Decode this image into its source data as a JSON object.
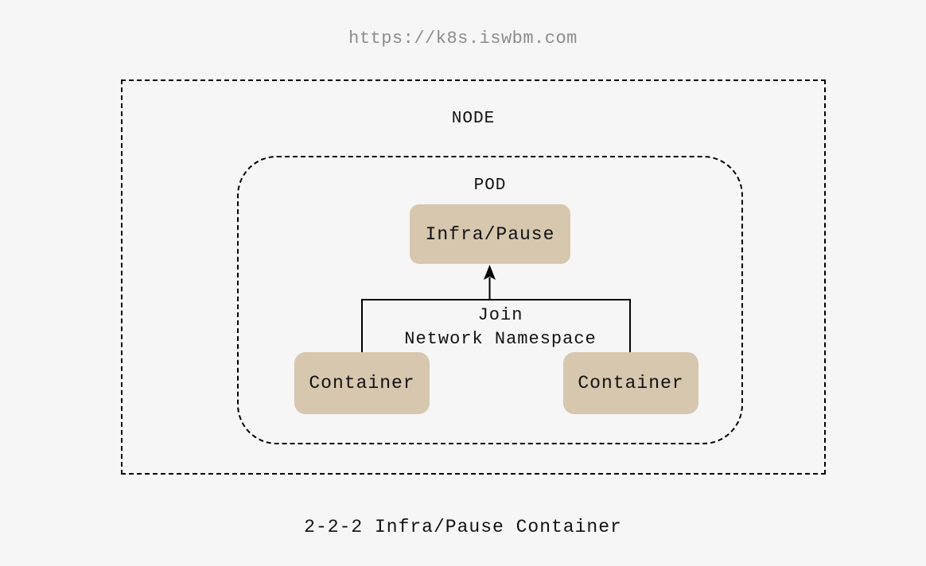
{
  "header": {
    "url": "https://k8s.iswbm.com"
  },
  "diagram": {
    "node_label": "NODE",
    "pod_label": "POD",
    "infra_box_label": "Infra/Pause",
    "container_left_label": "Container",
    "container_right_label": "Container",
    "join_label_line1": "Join",
    "join_label_line2": "Network Namespace"
  },
  "caption": "2-2-2 Infra/Pause Container",
  "colors": {
    "background": "#f6f6f6",
    "box_fill": "#d6c7ae",
    "line": "#000000",
    "watermark_text": "#8c8c8c",
    "text": "#111111"
  }
}
